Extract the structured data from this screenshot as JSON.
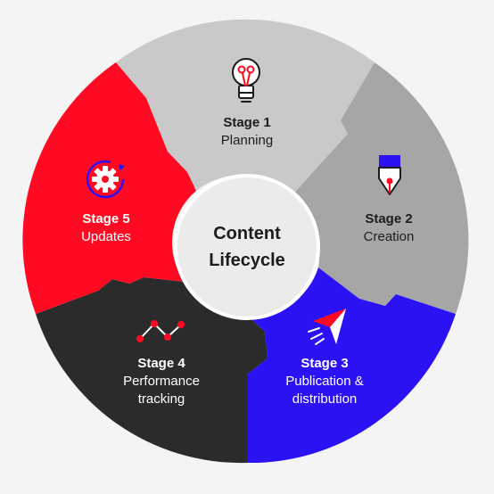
{
  "diagram": {
    "center": {
      "line1": "Content",
      "line2": "Lifecycle"
    },
    "stages": [
      {
        "number": "Stage 1",
        "name_line1": "Planning",
        "name_line2": "",
        "icon": "lightbulb-icon",
        "color": "#c9c9c9"
      },
      {
        "number": "Stage 2",
        "name_line1": "Creation",
        "name_line2": "",
        "icon": "pen-nib-icon",
        "color": "#a6a6a6"
      },
      {
        "number": "Stage 3",
        "name_line1": "Publication &",
        "name_line2": "distribution",
        "icon": "paper-plane-icon",
        "color": "#2a12f5"
      },
      {
        "number": "Stage 4",
        "name_line1": "Performance",
        "name_line2": "tracking",
        "icon": "trend-line-icon",
        "color": "#2b2b2b"
      },
      {
        "number": "Stage 5",
        "name_line1": "Updates",
        "name_line2": "",
        "icon": "gear-refresh-icon",
        "color": "#ff0a22"
      }
    ],
    "colors": {
      "background": "#f4f4f4",
      "center_disc": "#ebebeb",
      "accent_red": "#ff0a22",
      "accent_blue": "#2a12f5"
    }
  }
}
